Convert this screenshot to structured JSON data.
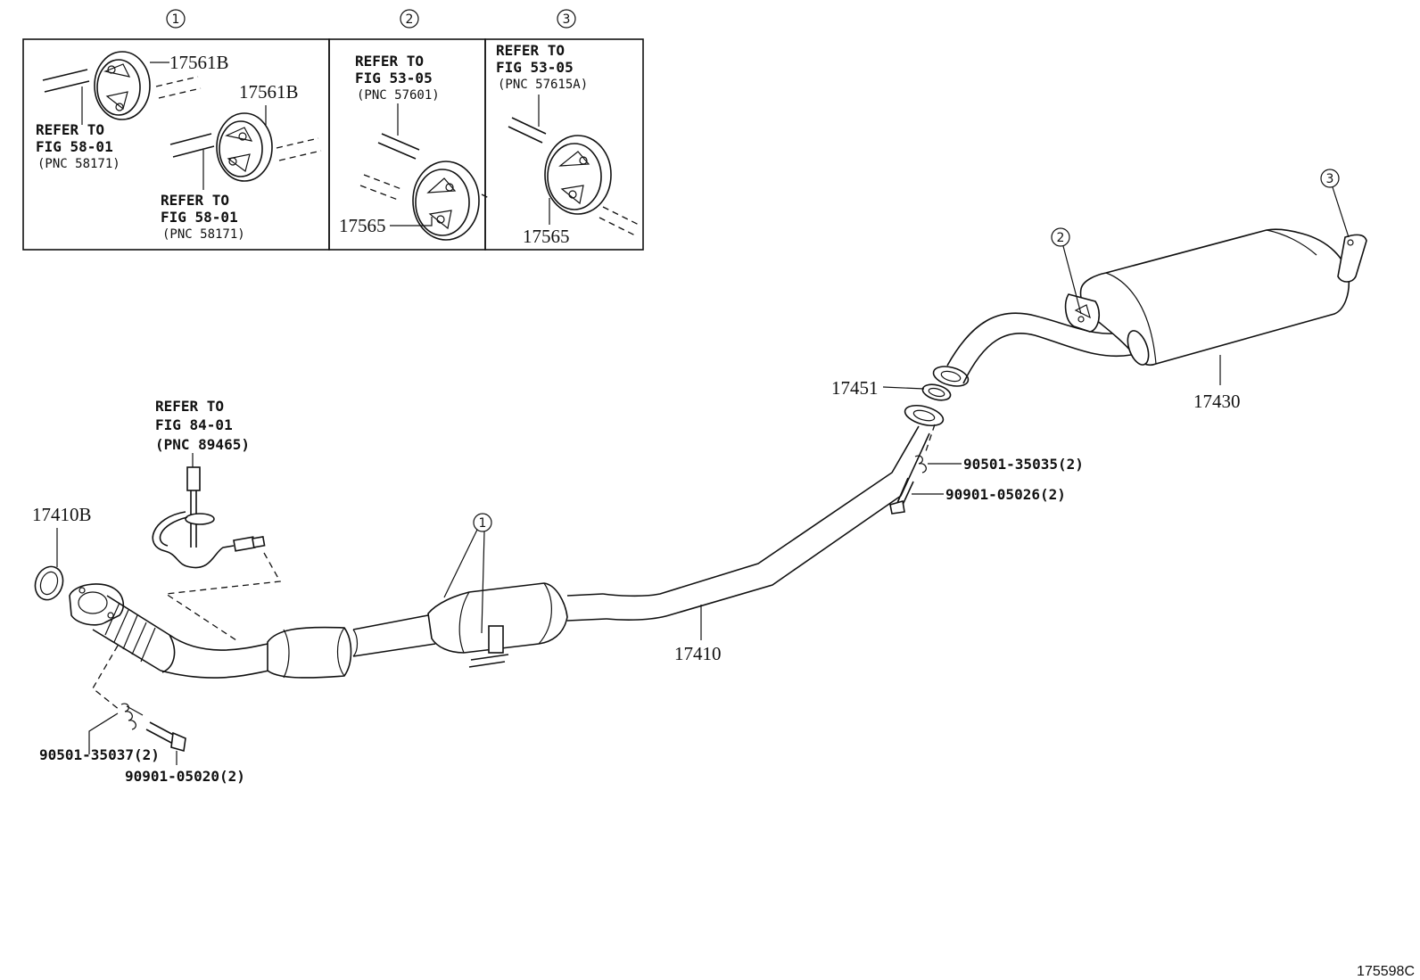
{
  "inset_markers": [
    "1",
    "2",
    "3"
  ],
  "inset1": {
    "part_a": "17561B",
    "part_b": "17561B",
    "ref_a": [
      "REFER TO",
      "FIG 58-01",
      "(PNC 58171)"
    ],
    "ref_b": [
      "REFER TO",
      "FIG 58-01",
      "(PNC 58171)"
    ]
  },
  "inset2": {
    "ref": [
      "REFER TO",
      "FIG 53-05",
      "(PNC 57601)"
    ],
    "part": "17565"
  },
  "inset3": {
    "ref": [
      "REFER TO",
      "FIG 53-05",
      "(PNC 57615A)"
    ],
    "part": "17565"
  },
  "main": {
    "sensor_ref": [
      "REFER TO",
      "FIG 84-01",
      "(PNC 89465)"
    ],
    "gasket_front": "17410B",
    "pipe": "17410",
    "gasket_rear": "17451",
    "muffler": "17430",
    "spring_front": "90501-35037(2)",
    "bolt_front": "90901-05020(2)",
    "spring_rear": "90501-35035(2)",
    "bolt_rear": "90901-05026(2)",
    "callout_1": "1",
    "callout_2": "2",
    "callout_3": "3"
  },
  "figure_id": "175598C"
}
